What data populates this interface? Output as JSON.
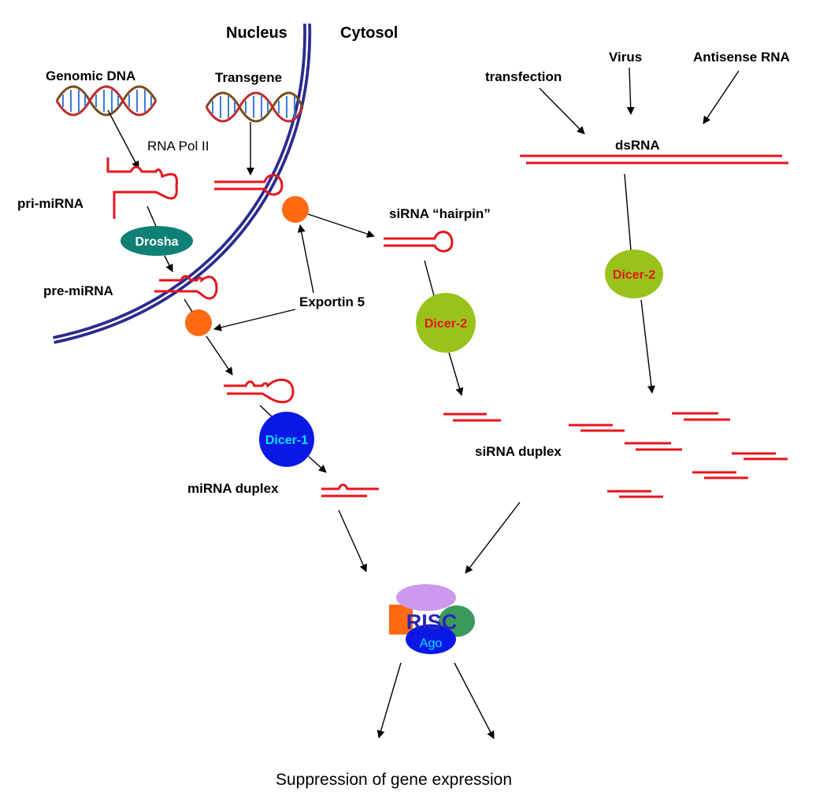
{
  "compartments": {
    "nucleus": "Nucleus",
    "cytosol": "Cytosol"
  },
  "labels": {
    "genomic_dna": "Genomic DNA",
    "transgene": "Transgene",
    "rna_pol": "RNA Pol II",
    "pri_mirna": "pri-miRNA",
    "pre_mirna": "pre-miRNA",
    "exportin": "Exportin 5",
    "sirna_hairpin": "siRNA “hairpin”",
    "transfection": "transfection",
    "virus": "Virus",
    "antisense": "Antisense RNA",
    "dsrna": "dsRNA",
    "sirna_duplex": "siRNA duplex",
    "mirna_duplex": "miRNA duplex",
    "outcome": "Suppression of gene expression"
  },
  "enzymes": {
    "drosha": "Drosha",
    "dicer2_hairpin": "Dicer-2",
    "dicer2_dsrna": "Dicer-2",
    "dicer1": "Dicer-1"
  },
  "risc": {
    "name": "RISC",
    "ago": "Ago"
  },
  "colors": {
    "membrane": "#2b2b8f",
    "rna": "#e8141b",
    "exportin_pore": "#ff6a13",
    "drosha": "#0f8075",
    "dicer2": "#99c21a",
    "dicer1": "#0a18e6",
    "risc_text": "#2b25b8",
    "ago": "#0a18e6",
    "risc_top": "#cc99ee",
    "risc_right": "#3a9a5a",
    "risc_left": "#ff6a13"
  }
}
